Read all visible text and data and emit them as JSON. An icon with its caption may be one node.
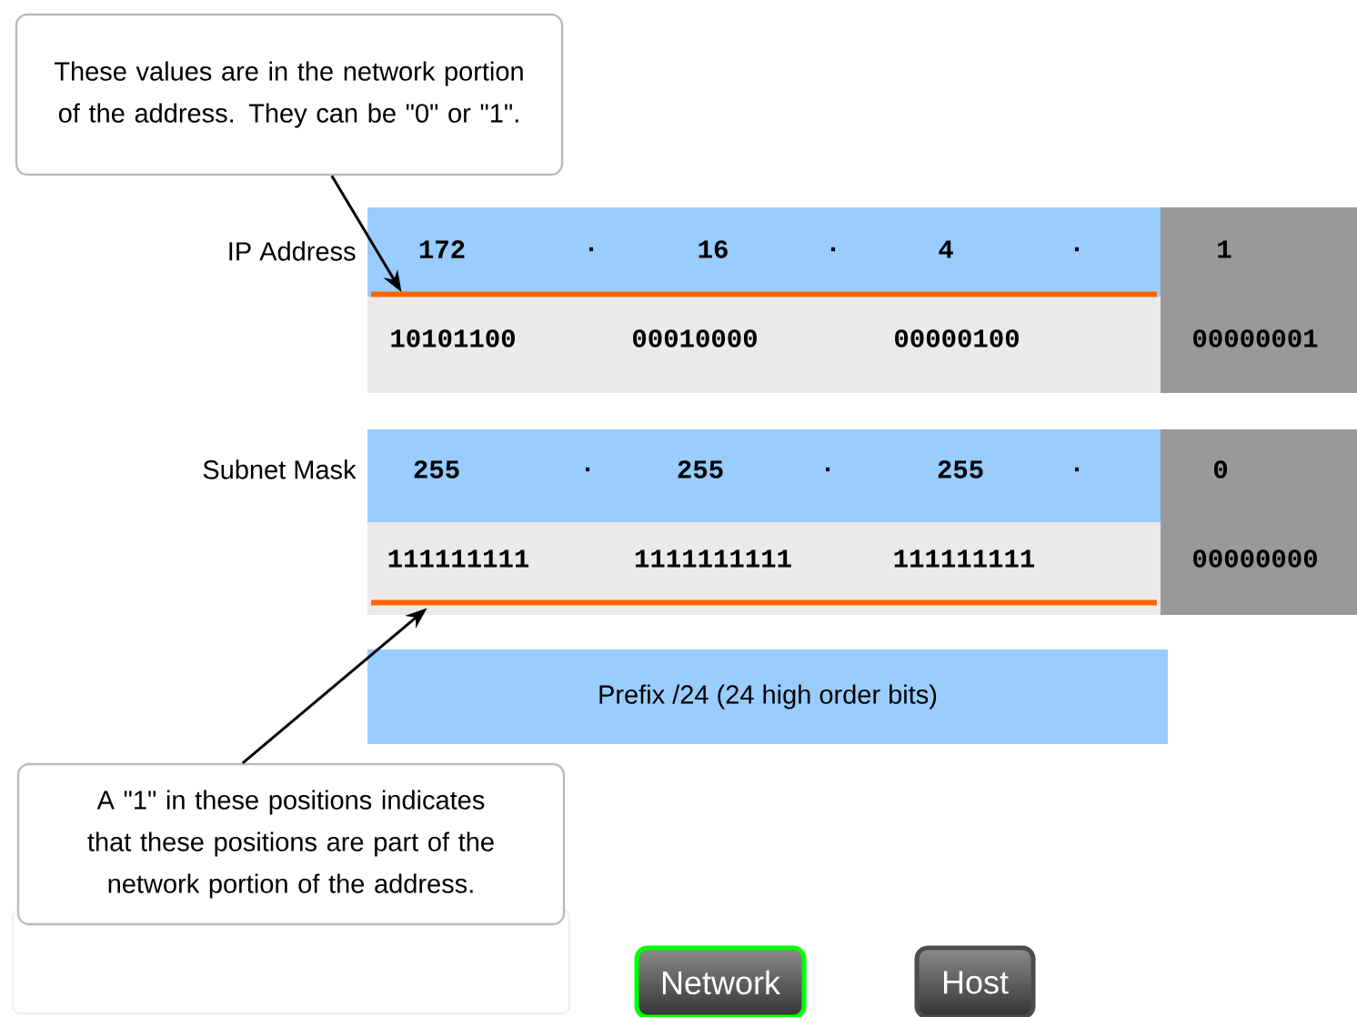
{
  "diagram": {
    "nodes": [
      {
        "text": [
          "These values are in the network portion of the address. They can be \"0\" or \"1\"."
        ]
      },
      {
        "text": [
          "A \"1\" in these positions indicates that these positions are part of the network portion of the address."
        ]
      },
      {
        "text": [],
        "shape": "bar",
        "in": 7
      },
      {
        "text": [],
        "shape": "bar",
        "in": 11
      },
      {
        "text": [
          "Prefix /24 (24 high order bits)"
        ]
      },
      {
        "text": [
          "Network"
        ]
      },
      {
        "text": [
          "Host"
        ]
      },
      {
        "text": [
          "172",
          ".",
          "16",
          ".",
          "4",
          "."
        ]
      },
      {
        "text": [
          "10101100",
          "00010000",
          "00000100"
        ]
      },
      {
        "text": [
          "1",
          "00000001"
        ]
      },
      {
        "text": [
          "255",
          ".",
          "255",
          ".",
          "255",
          "."
        ]
      },
      {
        "text": [
          "111111111",
          "1111111111",
          "111111111"
        ]
      },
      {
        "text": [
          "0",
          "00000000"
        ]
      }
    ],
    "edges": [
      {
        "from": 0,
        "to": 2,
        "arrow": "to"
      },
      {
        "from": 1,
        "to": 3,
        "arrow": "to"
      }
    ],
    "labels": [
      "IP Address",
      "Subnet Mask"
    ]
  }
}
